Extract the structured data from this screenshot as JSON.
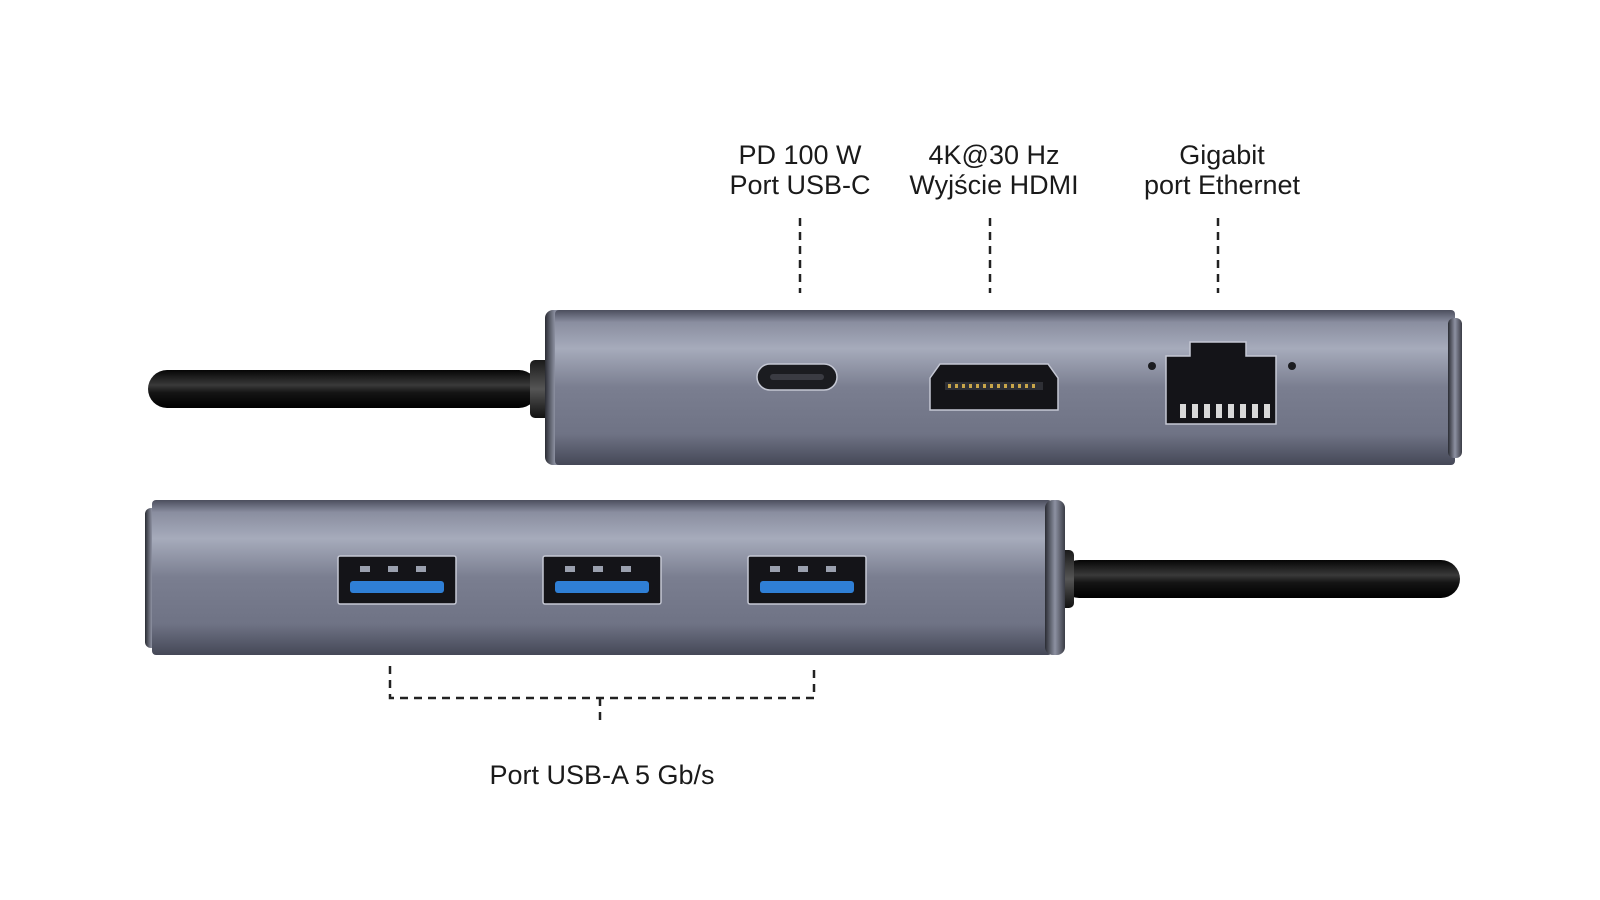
{
  "labels": {
    "usb_c": {
      "line1": "PD 100 W",
      "line2": "Port USB-C"
    },
    "hdmi": {
      "line1": "4K@30 Hz",
      "line2": "Wyjście HDMI"
    },
    "ethernet": {
      "line1": "Gigabit",
      "line2": "port Ethernet"
    },
    "usb_a": {
      "line1": "Port USB-A 5 Gb/s"
    }
  },
  "colors": {
    "body": "#6f7385",
    "body_highlight": "#a6abbb",
    "cable": "#141414",
    "usb_a_tongue": "#2f7fd6",
    "text": "#1a1a1a"
  },
  "icons": {
    "usb_c_port": "usb-c-port-icon",
    "hdmi_port": "hdmi-port-icon",
    "ethernet_port": "ethernet-port-icon",
    "usb_a_port": "usb-a-port-icon"
  }
}
